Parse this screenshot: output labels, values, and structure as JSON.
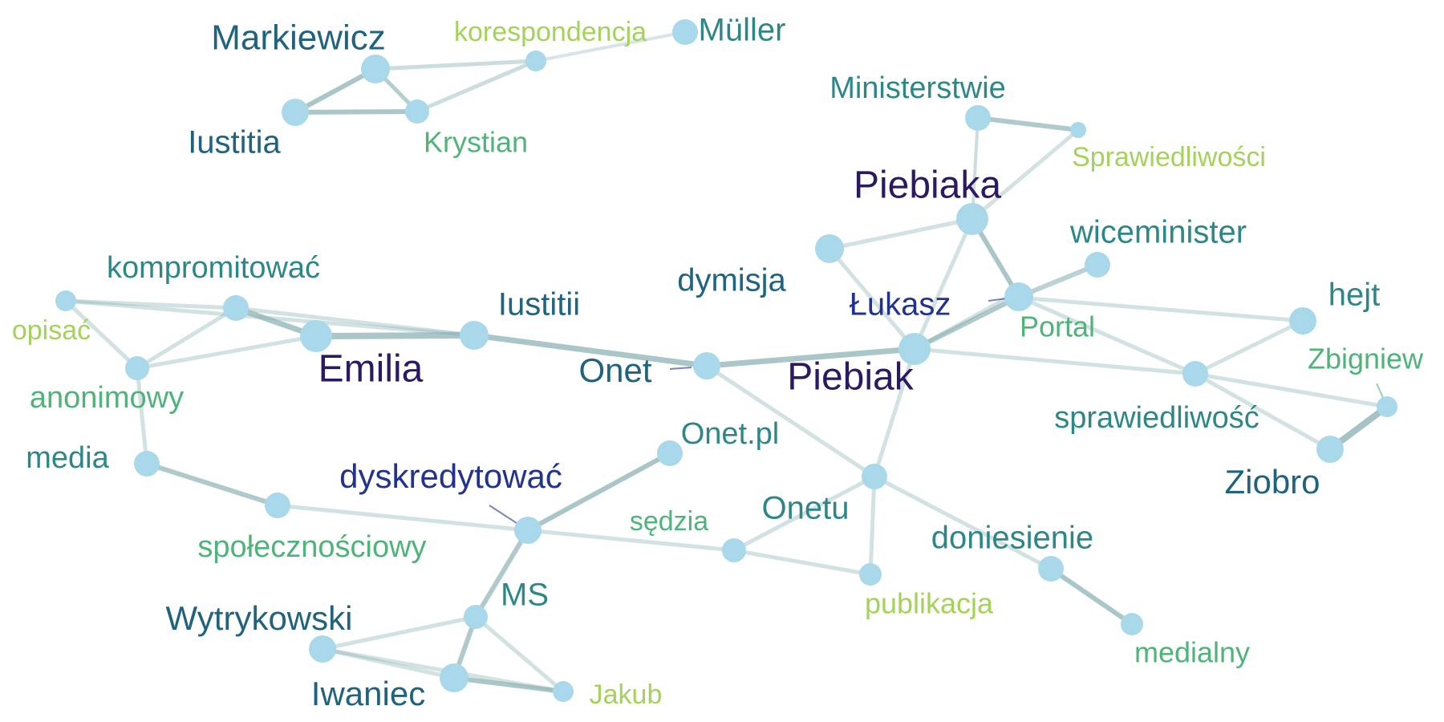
{
  "colors": {
    "node": "#a8d8ea",
    "edge": "#8fb3b6",
    "dark_purple": "#2b1a63",
    "dark_blue": "#22328f",
    "navy_teal": "#20637f",
    "teal": "#2e8787",
    "green": "#4fb37a",
    "yellow_green": "#a4d25a"
  },
  "nodes": [
    {
      "id": "markiewicz",
      "label": "Markiewicz"
    },
    {
      "id": "iustitia",
      "label": "Iustitia"
    },
    {
      "id": "krystian",
      "label": "Krystian"
    },
    {
      "id": "korespondencja",
      "label": "korespondencja"
    },
    {
      "id": "muller",
      "label": "Müller"
    },
    {
      "id": "ministerstwie",
      "label": "Ministerstwie"
    },
    {
      "id": "sprawiedliwosci",
      "label": "Sprawiedliwości"
    },
    {
      "id": "piebiaka",
      "label": "Piebiaka"
    },
    {
      "id": "wiceminister",
      "label": "wiceminister"
    },
    {
      "id": "dymisja",
      "label": "dymisja"
    },
    {
      "id": "lukasz",
      "label": "Łukasz"
    },
    {
      "id": "portal",
      "label": "Portal"
    },
    {
      "id": "piebiak",
      "label": "Piebiak"
    },
    {
      "id": "hejt",
      "label": "hejt"
    },
    {
      "id": "zbigniew",
      "label": "Zbigniew"
    },
    {
      "id": "sprawiedliwosc",
      "label": "sprawiedliwość"
    },
    {
      "id": "ziobro",
      "label": "Ziobro"
    },
    {
      "id": "kompromitowac",
      "label": "kompromitować"
    },
    {
      "id": "opisac",
      "label": "opisać"
    },
    {
      "id": "anonimowy",
      "label": "anonimowy"
    },
    {
      "id": "emilia",
      "label": "Emilia"
    },
    {
      "id": "iustitii",
      "label": "Iustitii"
    },
    {
      "id": "onet",
      "label": "Onet"
    },
    {
      "id": "media",
      "label": "media"
    },
    {
      "id": "spolecznosciowy",
      "label": "społecznościowy"
    },
    {
      "id": "dyskredytowac",
      "label": "dyskredytować"
    },
    {
      "id": "onetpl",
      "label": "Onet.pl"
    },
    {
      "id": "sedzia",
      "label": "sędzia"
    },
    {
      "id": "onetu",
      "label": "Onetu"
    },
    {
      "id": "doniesienie",
      "label": "doniesienie"
    },
    {
      "id": "publikacja",
      "label": "publikacja"
    },
    {
      "id": "medialny",
      "label": "medialny"
    },
    {
      "id": "ms",
      "label": "MS"
    },
    {
      "id": "wytrykowski",
      "label": "Wytrykowski"
    },
    {
      "id": "iwaniec",
      "label": "Iwaniec"
    },
    {
      "id": "jakub",
      "label": "Jakub"
    }
  ],
  "edges": [
    [
      "markiewicz",
      "iustitia"
    ],
    [
      "markiewicz",
      "krystian"
    ],
    [
      "iustitia",
      "krystian"
    ],
    [
      "markiewicz",
      "korespondencja"
    ],
    [
      "krystian",
      "korespondencja"
    ],
    [
      "korespondencja",
      "muller"
    ],
    [
      "ministerstwie",
      "sprawiedliwosci"
    ],
    [
      "ministerstwie",
      "piebiaka"
    ],
    [
      "piebiaka",
      "sprawiedliwosci"
    ],
    [
      "piebiaka",
      "dymisja"
    ],
    [
      "piebiaka",
      "lukasz"
    ],
    [
      "piebiaka",
      "piebiak"
    ],
    [
      "dymisja",
      "piebiak"
    ],
    [
      "lukasz",
      "wiceminister"
    ],
    [
      "lukasz",
      "piebiak"
    ],
    [
      "lukasz",
      "sprawiedliwosc"
    ],
    [
      "piebiak",
      "onet"
    ],
    [
      "piebiak",
      "portal"
    ],
    [
      "piebiak",
      "sprawiedliwosc"
    ],
    [
      "piebiak",
      "onetu"
    ],
    [
      "portal",
      "hejt"
    ],
    [
      "sprawiedliwosc",
      "hejt"
    ],
    [
      "sprawiedliwosc",
      "zbigniew"
    ],
    [
      "sprawiedliwosc",
      "ziobro"
    ],
    [
      "zbigniew",
      "ziobro"
    ],
    [
      "onet",
      "iustitii"
    ],
    [
      "onet",
      "onetu"
    ],
    [
      "iustitii",
      "emilia"
    ],
    [
      "iustitii",
      "kompromitowac"
    ],
    [
      "kompromitowac",
      "emilia"
    ],
    [
      "kompromitowac",
      "opisac"
    ],
    [
      "kompromitowac",
      "anonimowy"
    ],
    [
      "opisac",
      "iustitii"
    ],
    [
      "opisac",
      "anonimowy"
    ],
    [
      "emilia",
      "anonimowy"
    ],
    [
      "anonimowy",
      "media"
    ],
    [
      "media",
      "spolecznosciowy"
    ],
    [
      "spolecznosciowy",
      "dyskredytowac"
    ],
    [
      "dyskredytowac",
      "onetpl"
    ],
    [
      "dyskredytowac",
      "sedzia"
    ],
    [
      "dyskredytowac",
      "ms"
    ],
    [
      "sedzia",
      "onetu"
    ],
    [
      "sedzia",
      "publikacja"
    ],
    [
      "onetu",
      "publikacja"
    ],
    [
      "onetu",
      "doniesienie"
    ],
    [
      "doniesienie",
      "medialny"
    ],
    [
      "ms",
      "wytrykowski"
    ],
    [
      "ms",
      "iwaniec"
    ],
    [
      "ms",
      "jakub"
    ],
    [
      "wytrykowski",
      "iwaniec"
    ],
    [
      "wytrykowski",
      "jakub"
    ],
    [
      "iwaniec",
      "jakub"
    ]
  ]
}
